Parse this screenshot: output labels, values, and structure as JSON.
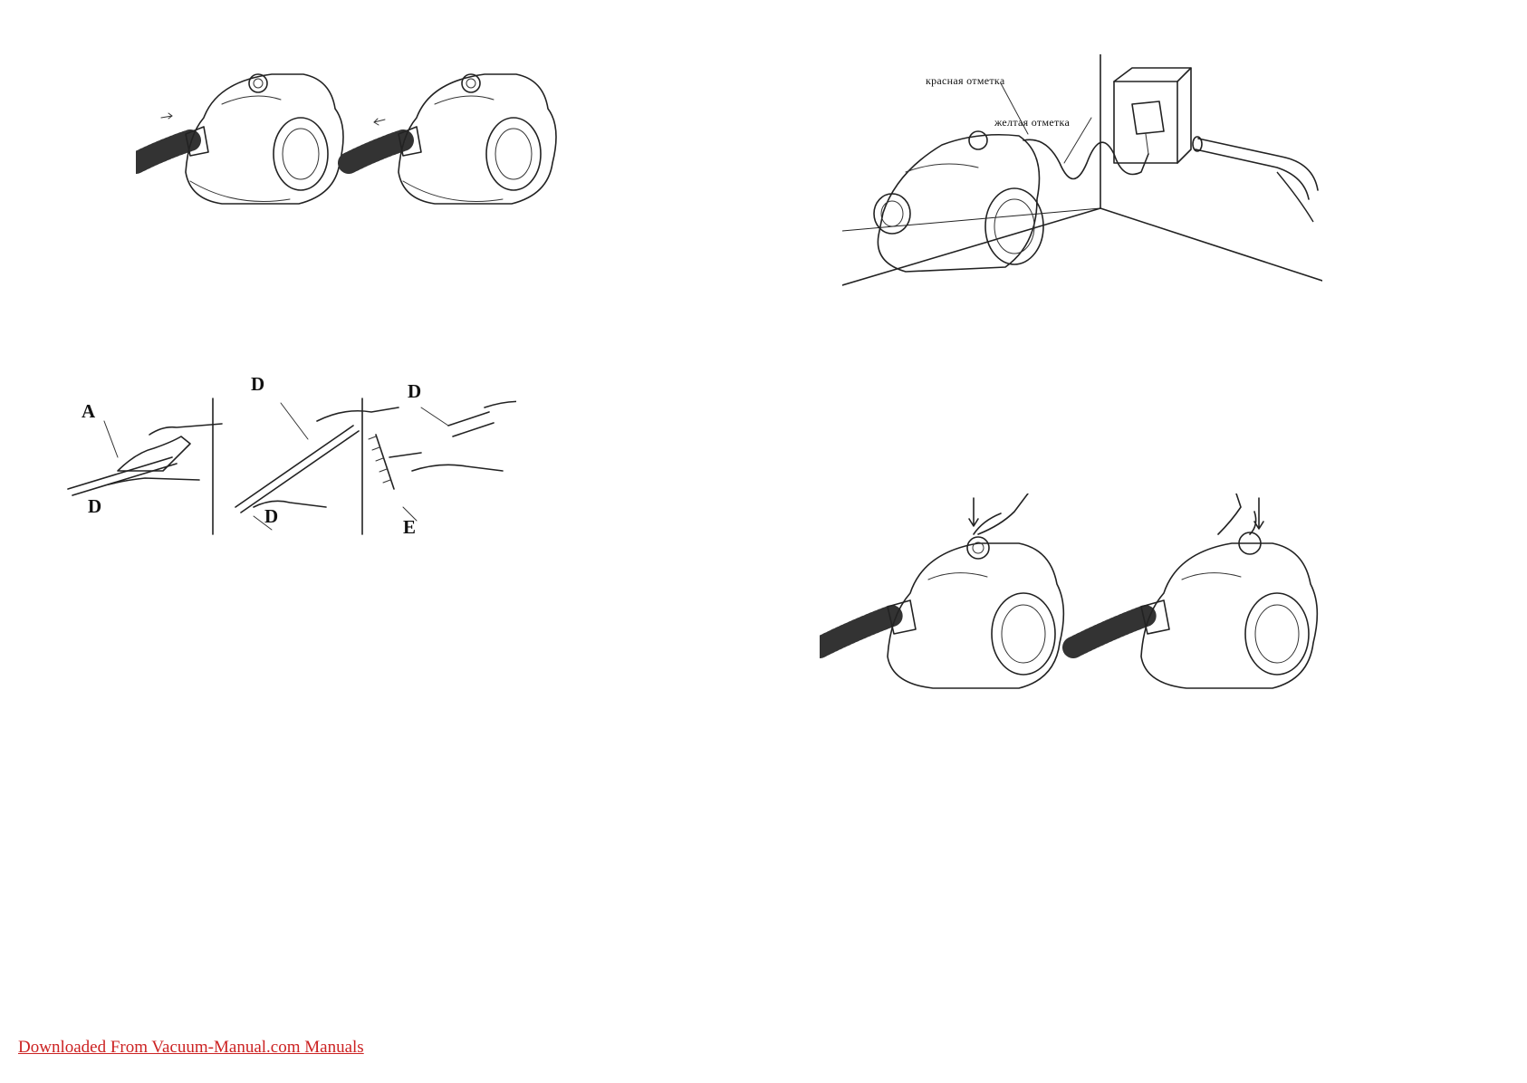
{
  "labels": {
    "a": "A",
    "d1": "D",
    "d2": "D",
    "d3": "D",
    "d4": "D",
    "e": "E"
  },
  "captions": {
    "red_mark": "красная отметка",
    "yellow_mark": "желтая отметка"
  },
  "footer": {
    "link_text": "Downloaded From Vacuum-Manual.com Manuals",
    "link_color": "#cc2222"
  },
  "icons": [
    "vacuum-cleaner-icon",
    "hand-icon",
    "wall-socket-icon",
    "arrow-down-icon"
  ]
}
